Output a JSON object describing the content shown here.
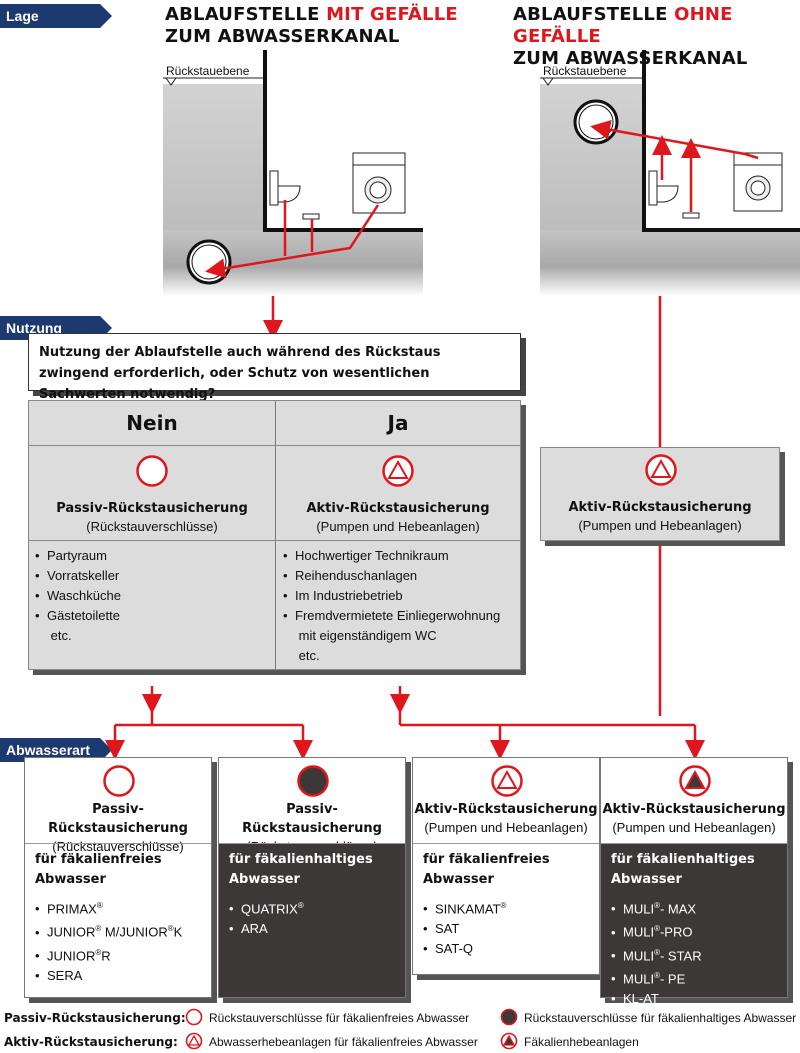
{
  "sections": {
    "lage": "Lage",
    "nutzung": "Nutzung",
    "abwasserart": "Abwasserart"
  },
  "left_scene": {
    "title_a": "ABLAUFSTELLE ",
    "title_b": "MIT GEFÄLLE",
    "title_c": "ZUM ABWASSERKANAL",
    "rueckstauebene": "Rückstauebene"
  },
  "right_scene": {
    "title_a": "ABLAUFSTELLE ",
    "title_b": "OHNE GEFÄLLE",
    "title_c": "ZUM ABWASSERKANAL",
    "rueckstauebene": "Rückstauebene"
  },
  "question": "Nutzung der Ablaufstelle auch während des Rückstaus zwingend erforderlich, oder Schutz von wesentlichen Sachwerten notwendig?",
  "nein": {
    "head": "Nein",
    "cat_title": "Passiv-Rückstausicherung",
    "cat_sub": "(Rückstauverschlüsse)",
    "items": [
      "Partyraum",
      "Vorratskeller",
      "Waschküche",
      "Gästetoilette",
      "  etc."
    ]
  },
  "ja": {
    "head": "Ja",
    "cat_title": "Aktiv-Rückstausicherung",
    "cat_sub": "(Pumpen und Hebeanlagen)",
    "items": [
      "Hochwertiger Technikraum",
      "Reihenduschanlagen",
      "Im Industriebetrieb",
      "Fremdvermietete Einliegerwohnung",
      "  mit eigenständigem WC",
      "  etc."
    ]
  },
  "right_box": {
    "cat_title": "Aktiv-Rückstausicherung",
    "cat_sub": "(Pumpen und Hebeanlagen)"
  },
  "cards": [
    {
      "title": "Passiv-Rückstausicherung",
      "sub": "(Rückstauverschlüsse)",
      "ab1": "für fäkalienfreies",
      "ab2": "Abwasser",
      "dark": false,
      "items": [
        "PRIMAX®",
        "JUNIOR® M/JUNIOR®K",
        "JUNIOR®R",
        "SERA"
      ]
    },
    {
      "title": "Passiv-Rückstausicherung",
      "sub": "(Rückstauverschlüsse)",
      "ab1": "für fäkalienhaltiges",
      "ab2": "Abwasser",
      "dark": true,
      "items": [
        "QUATRIX®",
        "ARA"
      ]
    },
    {
      "title": "Aktiv-Rückstausicherung",
      "sub": "(Pumpen und Hebeanlagen)",
      "ab1": "für fäkalienfreies",
      "ab2": "Abwasser",
      "dark": false,
      "items": [
        "SINKAMAT®",
        "SAT",
        "SAT-Q"
      ]
    },
    {
      "title": "Aktiv-Rückstausicherung",
      "sub": "(Pumpen und Hebeanlagen)",
      "ab1": "für fäkalienhaltiges",
      "ab2": "Abwasser",
      "dark": true,
      "items": [
        "MULI®- MAX",
        "MULI®-PRO",
        "MULI®- STAR",
        "MULI®- PE",
        "KL-AT"
      ]
    }
  ],
  "legend": {
    "passiv_label": "Passiv-Rückstausicherung:",
    "aktiv_label": "Aktiv-Rückstausicherung:",
    "passiv_free": "Rückstauverschlüsse für fäkalienfreies Abwasser",
    "passiv_fecal": "Rückstauverschlüsse für fäkalienhaltiges Abwasser",
    "aktiv_free": "Abwasserhebeanlagen für fäkalienfreies Abwasser",
    "aktiv_fecal": "Fäkalienhebeanlagen"
  },
  "colors": {
    "red": "#e0161d",
    "navy": "#1d3a70",
    "dark": "#3d3838",
    "gray": "#dcdcdc"
  }
}
